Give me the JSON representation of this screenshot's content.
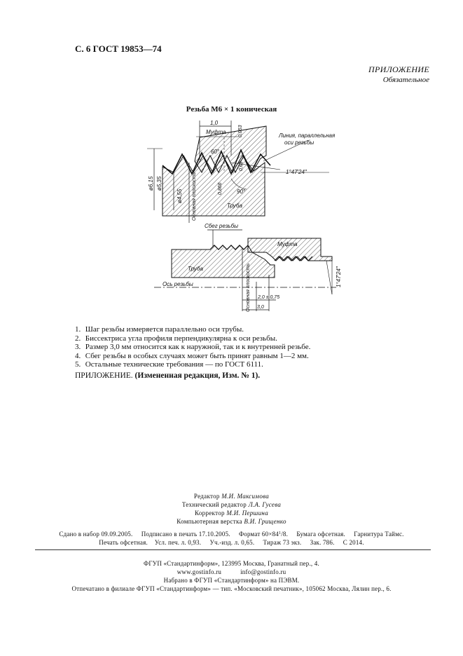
{
  "header": {
    "title": "С. 6 ГОСТ 19853—74"
  },
  "appendix": {
    "title": "ПРИЛОЖЕНИЕ",
    "subtitle": "Обязательное"
  },
  "figure": {
    "title": "Резьба М6 × 1 коническая",
    "labels": {
      "mufta": "Муфта",
      "truba": "Труба",
      "dim_pitch": "1,0",
      "dim_053": "0,053",
      "dim_angle60": "60°",
      "dim_061": "0,61",
      "dim_0866": "0,866",
      "dim_angle90": "90°",
      "dim_d615": "ø6,15",
      "dim_d535": "ø5,35",
      "dim_d455": "ø4,55",
      "base_plane": "Основная плоскость",
      "parallel_line": "Линия, параллельная",
      "thread_axis": "оси резьбы",
      "taper_angle": "1°47′24″",
      "thread_runout": "Сбег резьбы",
      "axis_label": "Ось резьбы",
      "dim_20": "2,0 ± 0,75",
      "dim_30": "3,0",
      "base_plane2": "Основная плоскость"
    }
  },
  "notes": [
    {
      "num": "1.",
      "text": "Шаг резьбы измеряется параллельно оси трубы."
    },
    {
      "num": "2.",
      "text": "Биссектриса угла профиля перпендикулярна к оси резьбы."
    },
    {
      "num": "3.",
      "text": "Размер 3,0 мм относится как к наружной, так и к внутренней резьбе."
    },
    {
      "num": "4.",
      "text": "Сбег резьбы в особых случаях может быть принят равным 1—2 мм."
    },
    {
      "num": "5.",
      "text": "Остальные технические требования — по ГОСТ 6111."
    }
  ],
  "note_ref": {
    "prefix": "ПРИЛОЖЕНИЕ.",
    "text": "(Измененная редакция, Изм. № 1)."
  },
  "editors": {
    "editor_label": "Редактор",
    "editor_name": "М.И. Максимова",
    "tech_label": "Технический редактор",
    "tech_name": "Л.А. Гусева",
    "corrector_label": "Корректор",
    "corrector_name": "М.И. Першина",
    "layout_label": "Компьютерная верстка",
    "layout_name": "В.И. Грищенко"
  },
  "imprint": {
    "line1_a": "Сдано в набор 09.09.2005.",
    "line1_b": "Подписано в печать 17.10.2005.",
    "line1_c": "Формат 60×84",
    "line1_c_sup": "1",
    "line1_c_end": "/8.",
    "line1_d": "Бумага офсетная.",
    "line1_e": "Гарнитура Таймс.",
    "line2_a": "Печать офсетная.",
    "line2_b": "Усл. печ. л. 0,93.",
    "line2_c": "Уч.-изд. л. 0,65.",
    "line2_d": "Тираж 73 экз.",
    "line2_e": "Зак. 786.",
    "line2_f": "С 2014."
  },
  "publisher": {
    "line1": "ФГУП «Стандартинформ», 123995 Москва, Гранатный пер., 4.",
    "line2_a": "www.gostinfo.ru",
    "line2_b": "info@gostinfo.ru",
    "line3": "Набрано в ФГУП «Стандартинформ» на ПЭВМ.",
    "line4": "Отпечатано в филиале ФГУП «Стандартинформ» — тип. «Московский печатник», 105062 Москва, Лялин пер., 6."
  }
}
